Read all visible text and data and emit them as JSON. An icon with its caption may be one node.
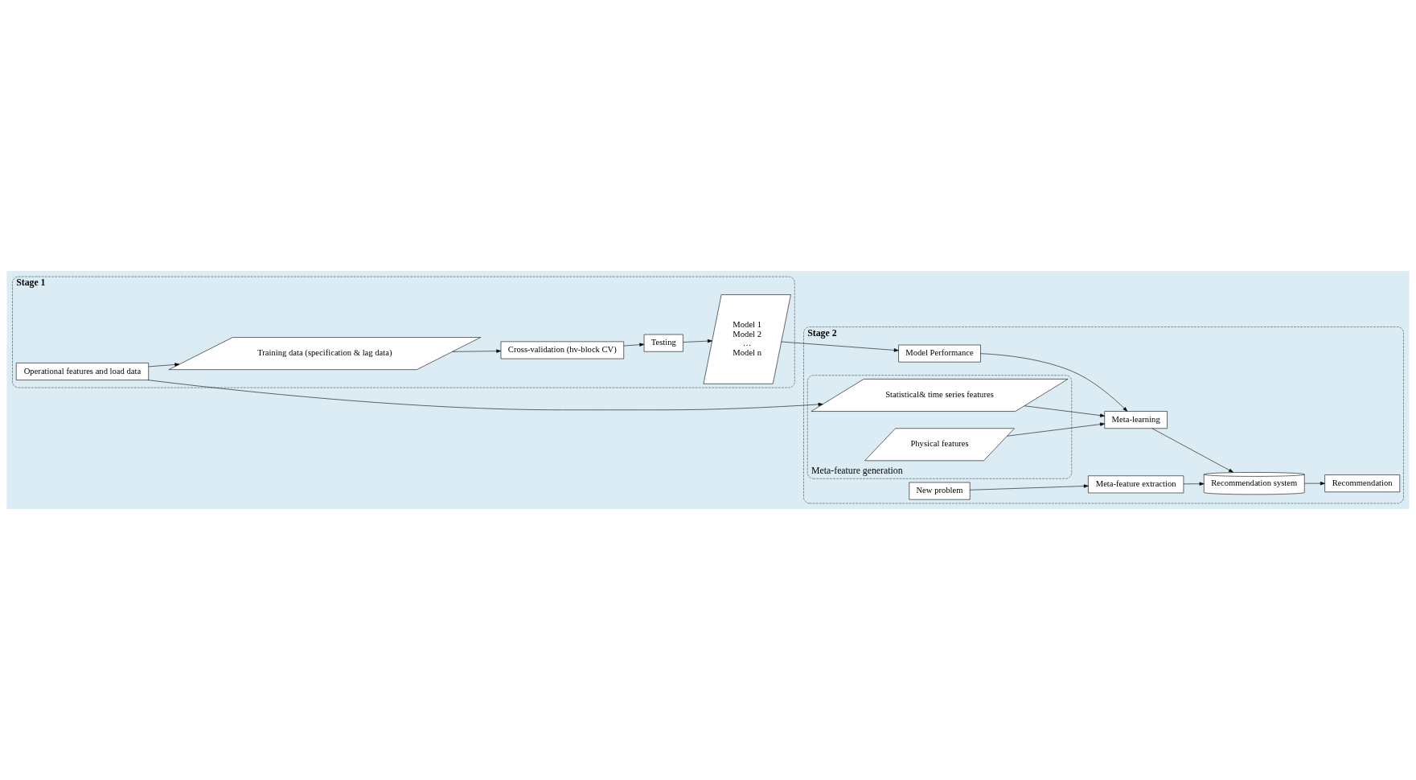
{
  "diagram": {
    "nodes": [
      {
        "text": [
          "Stage 1"
        ]
      },
      {
        "text": [
          "Operational features and load data"
        ],
        "in": 0
      },
      {
        "text": [
          "Training data (specification & lag data)"
        ],
        "in": 0
      },
      {
        "text": [
          "Cross-validation (hv-block CV)"
        ],
        "in": 0
      },
      {
        "text": [
          "Testing"
        ],
        "in": 0
      },
      {
        "text": [
          "Model 1",
          "Model 2",
          "…",
          "Model n"
        ],
        "in": 0
      },
      {
        "text": [
          "Stage 2"
        ]
      },
      {
        "text": [
          "Meta-feature generation"
        ],
        "in": 6
      },
      {
        "text": [
          "Statistical& time series features"
        ],
        "in": 7
      },
      {
        "text": [
          "Physical features"
        ],
        "in": 7
      },
      {
        "text": [
          "Model Performance"
        ],
        "in": 6
      },
      {
        "text": [
          "Meta-learning"
        ],
        "in": 6
      },
      {
        "text": [
          "Recommendation system"
        ],
        "in": 6
      },
      {
        "text": [
          "Recommendation"
        ],
        "in": 6
      },
      {
        "text": [
          "New problem"
        ],
        "in": 6
      },
      {
        "text": [
          "Meta-feature extraction"
        ],
        "in": 6
      }
    ],
    "edges": [
      {
        "from": 1,
        "to": 2,
        "arrow": "to"
      },
      {
        "from": 2,
        "to": 3,
        "arrow": "to"
      },
      {
        "from": 3,
        "to": 4,
        "arrow": "to"
      },
      {
        "from": 4,
        "to": 5,
        "arrow": "to"
      },
      {
        "from": 5,
        "to": 10,
        "arrow": "to"
      },
      {
        "from": 1,
        "to": 8,
        "arrow": "to"
      },
      {
        "from": 10,
        "to": 11,
        "arrow": "to"
      },
      {
        "from": 8,
        "to": 11,
        "arrow": "to"
      },
      {
        "from": 9,
        "to": 11,
        "arrow": "to"
      },
      {
        "from": 11,
        "to": 12,
        "arrow": "to"
      },
      {
        "from": 12,
        "to": 13,
        "arrow": "to"
      },
      {
        "from": 14,
        "to": 15,
        "arrow": "to"
      },
      {
        "from": 15,
        "to": 12,
        "arrow": "to"
      }
    ]
  }
}
